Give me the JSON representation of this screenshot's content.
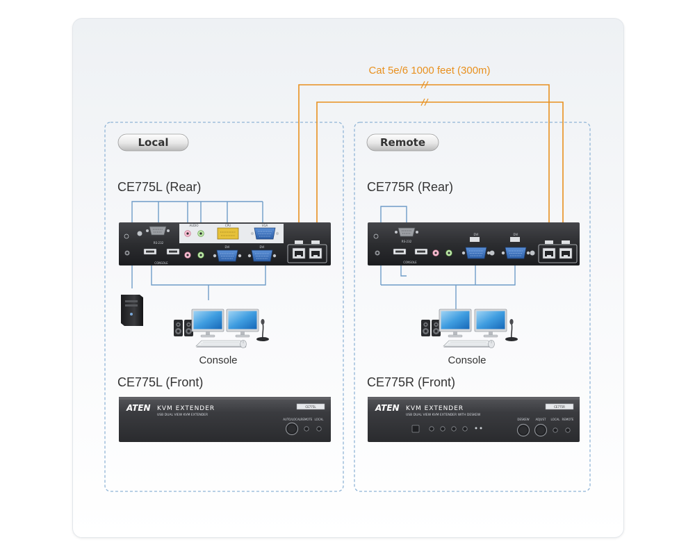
{
  "cable_label": "Cat 5e/6 1000 feet (300m)",
  "local": {
    "pill_label": "Local",
    "rear_title": "CE775L (Rear)",
    "front_title": "CE775L (Front)",
    "console_label": "Console",
    "rear_ports": [
      "RS-232",
      "AUDIO",
      "CPU",
      "VGA",
      "CONSOLE",
      "DVI",
      "DVI"
    ],
    "front_brand": "ATEN",
    "front_model": "KVM EXTENDER",
    "front_subtitle": "USB DUAL VIEW KVM EXTENDER",
    "front_badge": "CE775L",
    "front_buttons": [
      "AUTO/LOCAL",
      "REMOTE",
      "LOCAL"
    ]
  },
  "remote": {
    "pill_label": "Remote",
    "rear_title": "CE775R (Rear)",
    "front_title": "CE775R (Front)",
    "console_label": "Console",
    "rear_ports": [
      "RS-232",
      "CONSOLE",
      "DVI",
      "DVI"
    ],
    "front_brand": "ATEN",
    "front_model": "KVM EXTENDER",
    "front_subtitle": "USB DUAL VIEW KVM EXTENDER WITH DESKEW",
    "front_badge": "CE775R",
    "front_buttons": [
      "DESKEW",
      "ADJUST",
      "LOCAL",
      "REMOTE"
    ]
  },
  "colors": {
    "cable": "#e8901e",
    "wire": "#6e9cc8",
    "dash_border": "#8fb4d6",
    "device": "#2f3033"
  }
}
